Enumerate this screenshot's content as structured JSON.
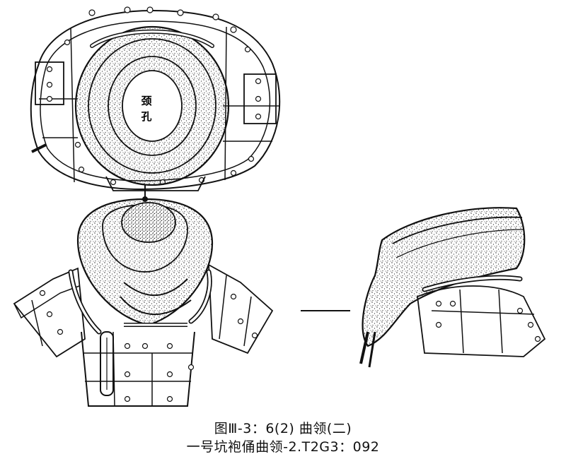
{
  "figure": {
    "neck_label_line1": "颈",
    "neck_label_line2": "孔"
  },
  "caption": {
    "line1": "图Ⅲ-3：6(2)  曲领(二)",
    "line2": "一号坑袍俑曲领-2.T2G3：092"
  }
}
